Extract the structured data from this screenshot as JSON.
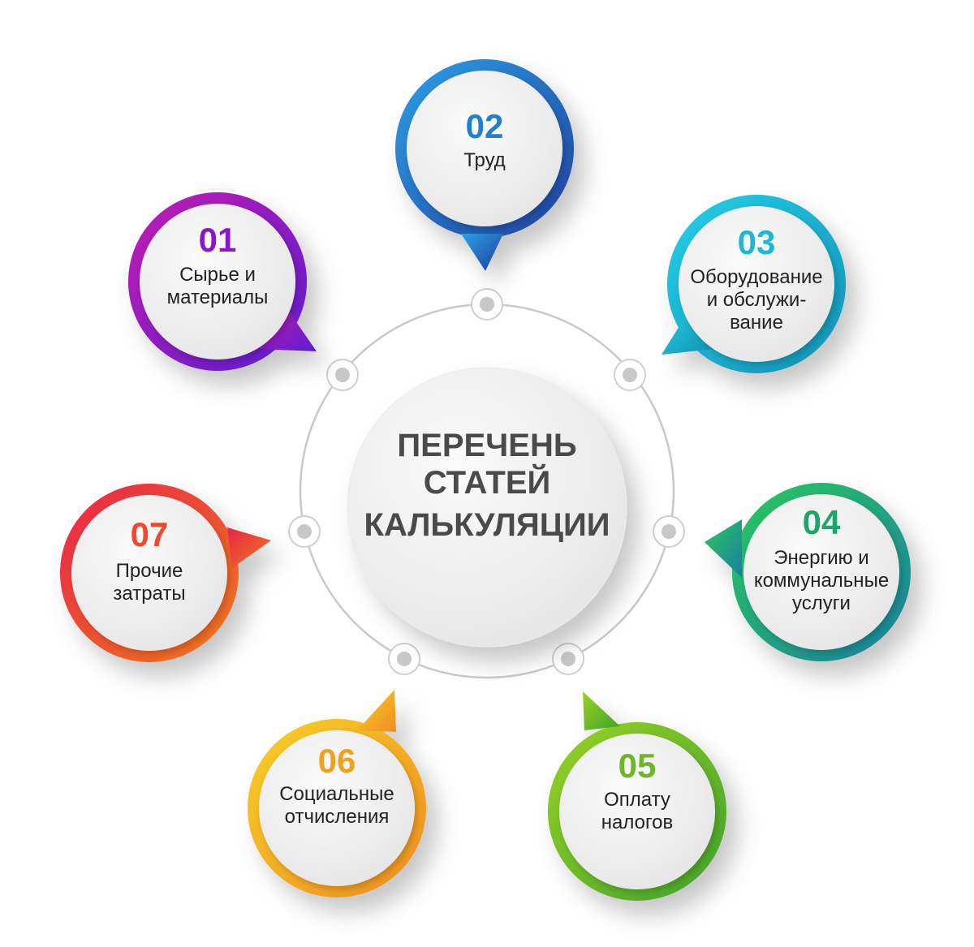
{
  "center": {
    "lines": [
      "ПЕРЕЧЕНЬ",
      "СТАТЕЙ",
      "КАЛЬКУЛЯЦИИ"
    ]
  },
  "items": [
    {
      "number": "01",
      "lines": [
        "Сырье и",
        "материалы"
      ],
      "color": "#8a17c9",
      "gradient": [
        "#c21fb0",
        "#5a1ad0"
      ]
    },
    {
      "number": "02",
      "lines": [
        "Труд"
      ],
      "color": "#1f7fd1",
      "gradient": [
        "#2f9fe6",
        "#1d3f9e"
      ]
    },
    {
      "number": "03",
      "lines": [
        "Оборудование",
        "и обслужи-",
        "вание"
      ],
      "color": "#20b6d6",
      "gradient": [
        "#24d0e8",
        "#1390b3"
      ]
    },
    {
      "number": "04",
      "lines": [
        "Энергию и",
        "коммунальные",
        "услуги"
      ],
      "color": "#1aa86a",
      "gradient": [
        "#2bc85d",
        "#1a7fa0"
      ]
    },
    {
      "number": "05",
      "lines": [
        "Оплату",
        "налогов"
      ],
      "color": "#6fb52a",
      "gradient": [
        "#9ad227",
        "#3fa22a"
      ]
    },
    {
      "number": "06",
      "lines": [
        "Социальные",
        "отчисления"
      ],
      "color": "#f0a21c",
      "gradient": [
        "#f7d02a",
        "#ef8d1f"
      ]
    },
    {
      "number": "07",
      "lines": [
        "Прочие",
        "затраты"
      ],
      "color": "#ef4a2e",
      "gradient": [
        "#e8244a",
        "#f07a1c"
      ]
    }
  ]
}
